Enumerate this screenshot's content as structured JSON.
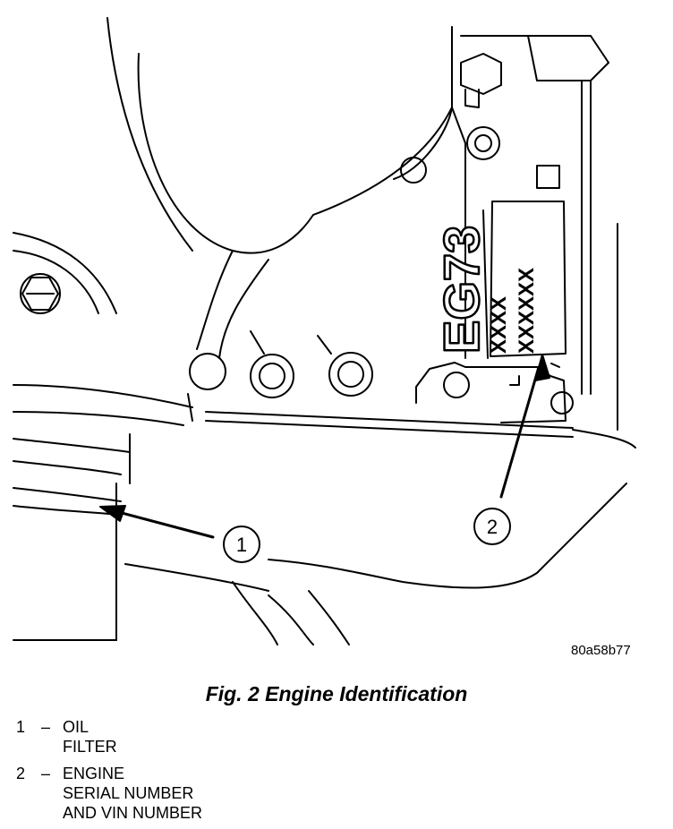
{
  "figure": {
    "code": "80a58b77",
    "caption": "Fig. 2 Engine Identification",
    "engine_stamp": "EG73",
    "label_line1": "XXXX",
    "label_line2": "XXXXXX",
    "callouts": [
      "1",
      "2"
    ]
  },
  "legend": [
    {
      "num": "1",
      "dash": "–",
      "line1": "OIL",
      "line2": "FILTER",
      "line3": ""
    },
    {
      "num": "2",
      "dash": "–",
      "line1": "ENGINE",
      "line2": "SERIAL NUMBER",
      "line3": "AND VIN NUMBER"
    }
  ]
}
